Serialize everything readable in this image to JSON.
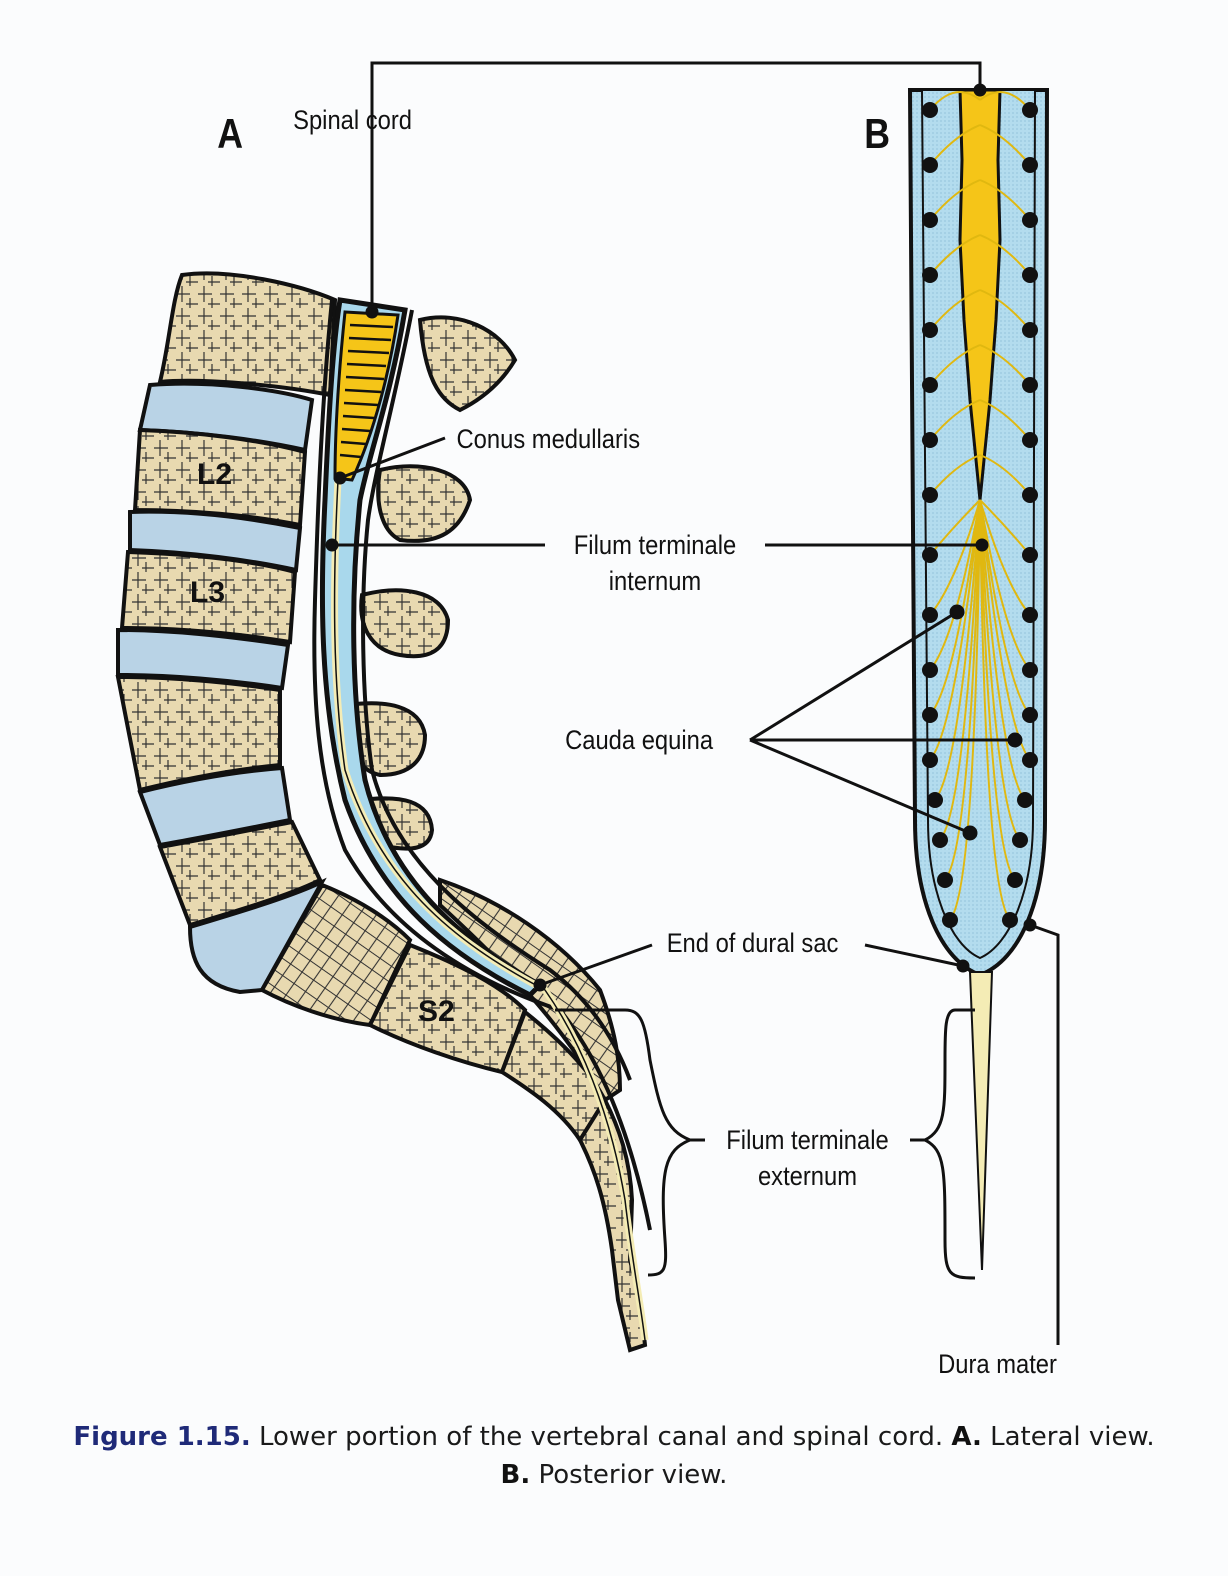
{
  "panels": {
    "a": "A",
    "b": "B"
  },
  "labels": {
    "spinal_cord": "Spinal cord",
    "conus_medullaris": "Conus medullaris",
    "filum_internum_line1": "Filum terminale",
    "filum_internum_line2": "internum",
    "cauda_equina": "Cauda equina",
    "end_dural_sac": "End of dural sac",
    "filum_externum_line1": "Filum terminale",
    "filum_externum_line2": "externum",
    "dura_mater": "Dura mater"
  },
  "vertebrae": {
    "l2": "L2",
    "l3": "L3",
    "s2": "S2"
  },
  "caption": {
    "figure_number": "Figure 1.15.",
    "text1": " Lower portion of the vertebral canal and spinal cord. ",
    "a_marker": "A.",
    "text2": " Lateral view. ",
    "b_marker": "B.",
    "text3": " Posterior view."
  },
  "colors": {
    "bone": "#e8d9b0",
    "disc": "#b9d3e6",
    "csf": "#a9d8ec",
    "cord": "#f5c518",
    "filum": "#f4ecb5",
    "outline": "#111111",
    "caption_accent": "#1f2a78"
  }
}
